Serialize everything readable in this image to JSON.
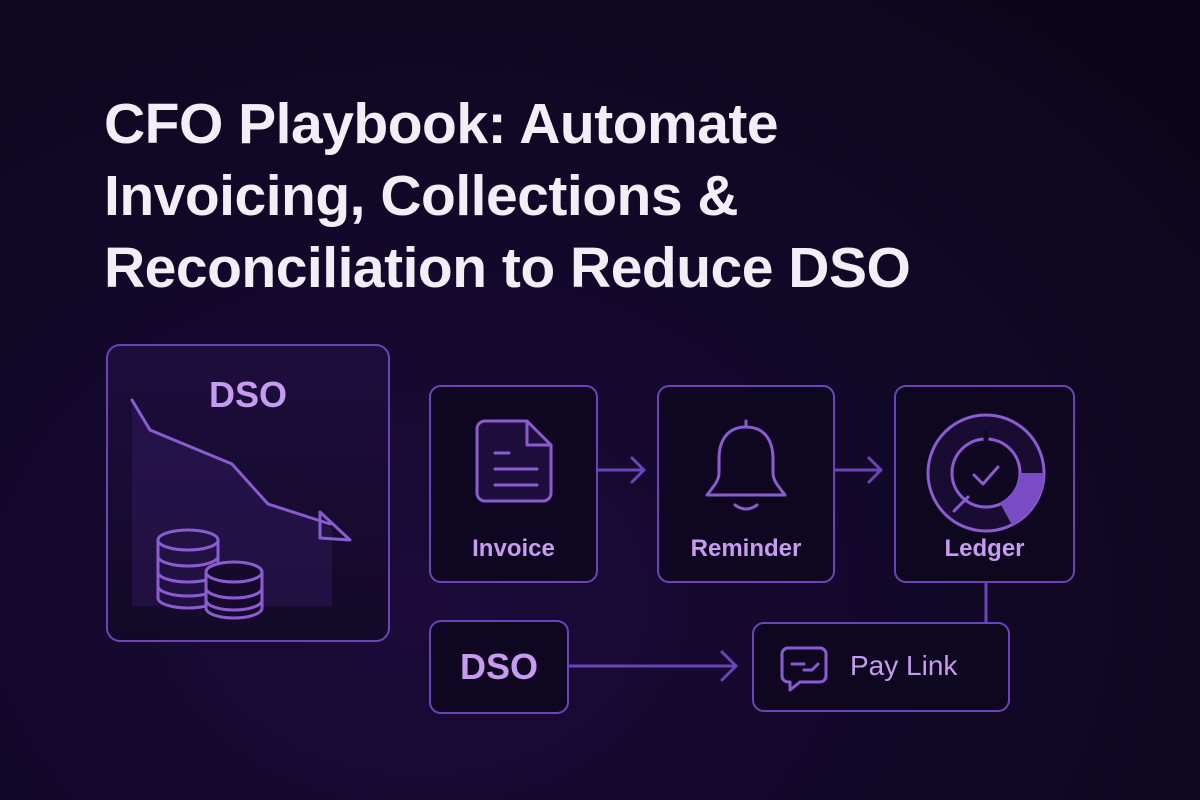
{
  "title": {
    "lines": [
      "CFO Playbook: Automate",
      "Invoicing, Collections &",
      "Reconciliation to Reduce DSO"
    ]
  },
  "dso_panel": {
    "label": "DSO",
    "trend": "declining",
    "icons": [
      "trend-down-arrow-icon",
      "coin-stacks-icon"
    ]
  },
  "flow": {
    "nodes": [
      {
        "id": "invoice",
        "label": "Invoice",
        "icon": "document-icon"
      },
      {
        "id": "reminder",
        "label": "Reminder",
        "icon": "bell-icon"
      },
      {
        "id": "ledger",
        "label": "Ledger",
        "icon": "donut-check-icon"
      },
      {
        "id": "dso",
        "label": "DSO",
        "icon": ""
      },
      {
        "id": "paylink",
        "label": "Pay Link",
        "icon": "chat-bubble-icon"
      }
    ],
    "edges": [
      {
        "from": "invoice",
        "to": "reminder",
        "type": "arrow"
      },
      {
        "from": "reminder",
        "to": "ledger",
        "type": "arrow"
      },
      {
        "from": "ledger",
        "to": "paylink",
        "type": "line"
      },
      {
        "from": "dso",
        "to": "paylink",
        "type": "arrow"
      }
    ]
  },
  "colors": {
    "background": "#0b0619",
    "title_text": "#f2eef6",
    "accent_stroke": "#8a5cd0",
    "box_border": "#6a44b8",
    "label_text": "#c79cf0"
  }
}
